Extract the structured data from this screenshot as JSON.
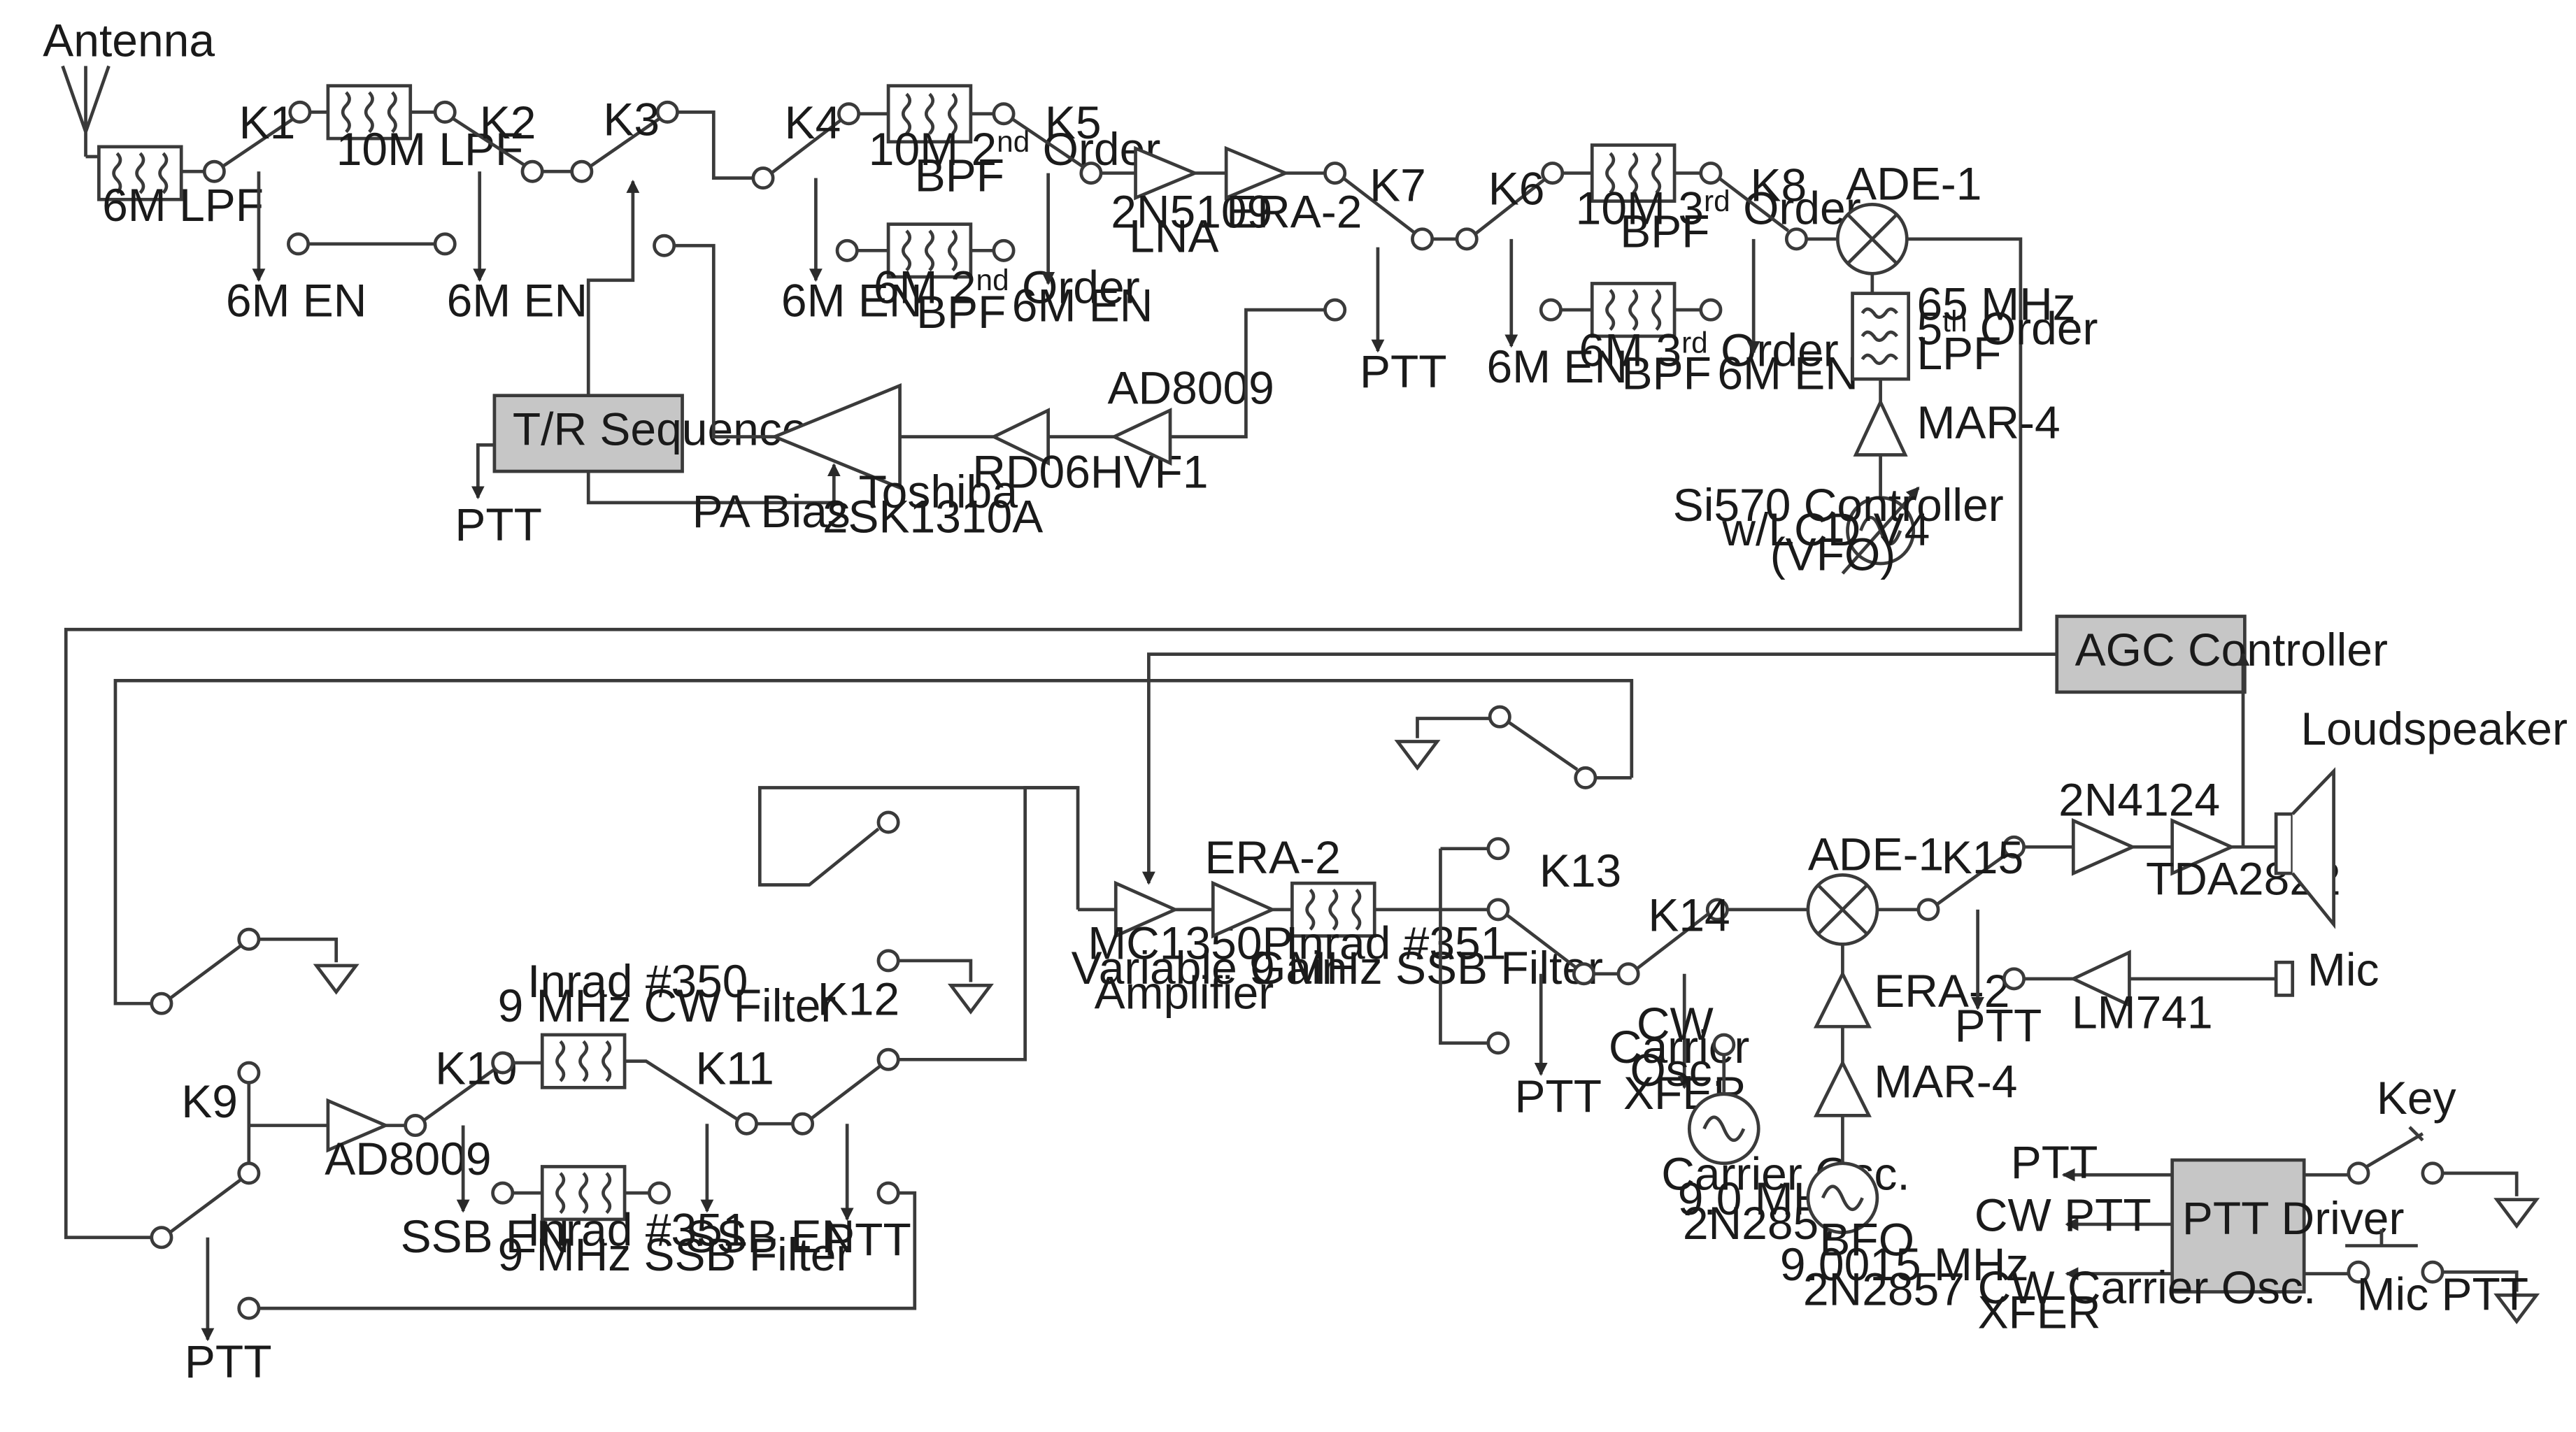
{
  "labels": {
    "antenna": "Antenna",
    "k1": "K1",
    "k2": "K2",
    "k3": "K3",
    "k4": "K4",
    "k5": "K5",
    "k6": "K6",
    "k7": "K7",
    "k8": "K8",
    "k9": "K9",
    "k10": "K10",
    "k11": "K11",
    "k12": "K12",
    "k13": "K13",
    "k14": "K14",
    "k15": "K15",
    "lpf_6m": "6M LPF",
    "lpf_10m": "10M LPF",
    "bpf_10m_2_a": "10M 2",
    "bpf_10m_2_sup": "nd",
    "bpf_10m_2_b": " Order",
    "bpf_10m_2_c": "BPF",
    "bpf_6m_2_a": "6M 2",
    "bpf_6m_2_sup": "nd",
    "bpf_6m_2_b": " Order",
    "bpf_6m_2_c": "BPF",
    "bpf_10m_3_a": "10M 3",
    "bpf_10m_3_sup": "rd",
    "bpf_10m_3_b": " Order",
    "bpf_10m_3_c": "BPF",
    "bpf_6m_3_a": "6M 3",
    "bpf_6m_3_sup": "rd",
    "bpf_6m_3_b": " Order",
    "bpf_6m_3_c": "BPF",
    "lna_1": "2N5109",
    "lna_2": "LNA",
    "era2": "ERA-2",
    "ade1": "ADE-1",
    "lpf65_1": "65 MHz",
    "lpf65_2a": "5",
    "lpf65_2sup": "th",
    "lpf65_2b": " Order",
    "lpf65_3": "LPF",
    "mar4": "MAR-4",
    "si570_1": "Si570 Controller",
    "si570_2": "w/LCD V4",
    "si570_3": "(VFO)",
    "en6m": "6M EN",
    "ptt": "PTT",
    "tr_seq": "T/R Sequencer",
    "pa_bias": "PA Bias",
    "toshiba_1": "Toshiba",
    "toshiba_2": "2SK1310A",
    "rd06": "RD06HVF1",
    "ad8009": "AD8009",
    "agc": "AGC Controller",
    "loudspeaker": "Loudspeaker",
    "n2n4124": "2N4124",
    "tda2822": "TDA2822",
    "mic": "Mic",
    "lm741": "LM741",
    "mc1350_1": "MC1350P",
    "mc1350_2": "Variable Gain",
    "mc1350_3": "Amplifier",
    "inrad351_1": "Inrad #351",
    "inrad351_2": "9 MHz SSB Filter",
    "inrad350_1": "Inrad #350",
    "inrad350_2": "9 MHz CW Filter",
    "ssb_en": "SSB EN",
    "cw_1": "CW",
    "cw_2": "Carrier",
    "cw_3": "Osc.",
    "cw_4": "XFER",
    "carrier_1": "Carrier Osc.",
    "carrier_2": "9.0 MHz",
    "carrier_3": "2N2857",
    "bfo_1": "BFO",
    "bfo_2": "9.0015 MHz",
    "bfo_3": "2N2857",
    "key": "Key",
    "ptt_driver": "PTT Driver",
    "cw_ptt": "CW PTT",
    "cwx_1": "CW Carrier Osc.",
    "cwx_2": "XFER",
    "mic_ptt": "Mic PTT"
  }
}
